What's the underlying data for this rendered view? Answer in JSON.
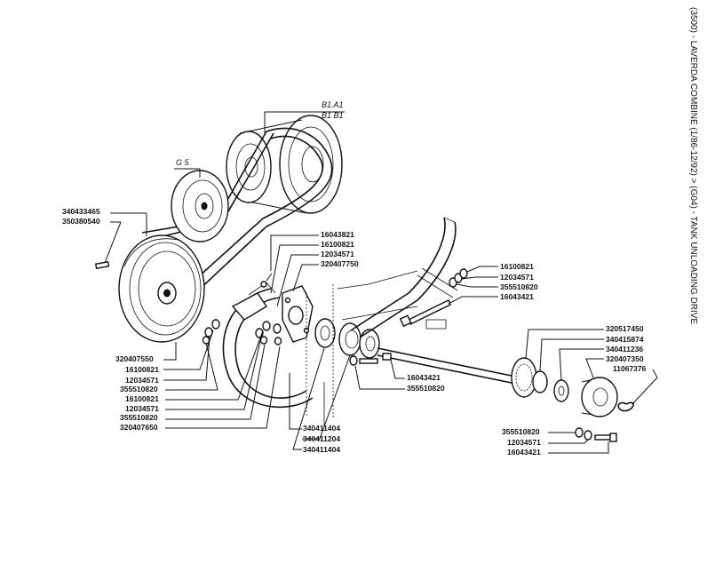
{
  "title": "(3500) - LAVERDA COMBINE (1/86-12/92) > (G04) - TANK UNLOADING DRIVE",
  "belt_labels": {
    "b1a1": "B1.A1",
    "b1b1": "B1 B1",
    "g5": "G 5"
  },
  "parts": {
    "left_pulley": [
      "340433465",
      "350380540"
    ],
    "left_lower": [
      "320407550",
      "16100821",
      "12034571",
      "355510820",
      "16100821",
      "12034571",
      "355510820",
      "320407650"
    ],
    "upper_mid": [
      "16043821",
      "16100821",
      "12034571",
      "320407750"
    ],
    "center_lower": [
      "340411404",
      "340411204",
      "340411404"
    ],
    "center_bolt": [
      "16043421",
      "355510820"
    ],
    "right_upper": [
      "16100821",
      "12034571",
      "355510820",
      "16043421"
    ],
    "right_shaft": [
      "320517450",
      "340415874",
      "340411236",
      "320407350",
      "11067376"
    ],
    "right_lower": [
      "355510820",
      "12034571",
      "16043421"
    ]
  }
}
